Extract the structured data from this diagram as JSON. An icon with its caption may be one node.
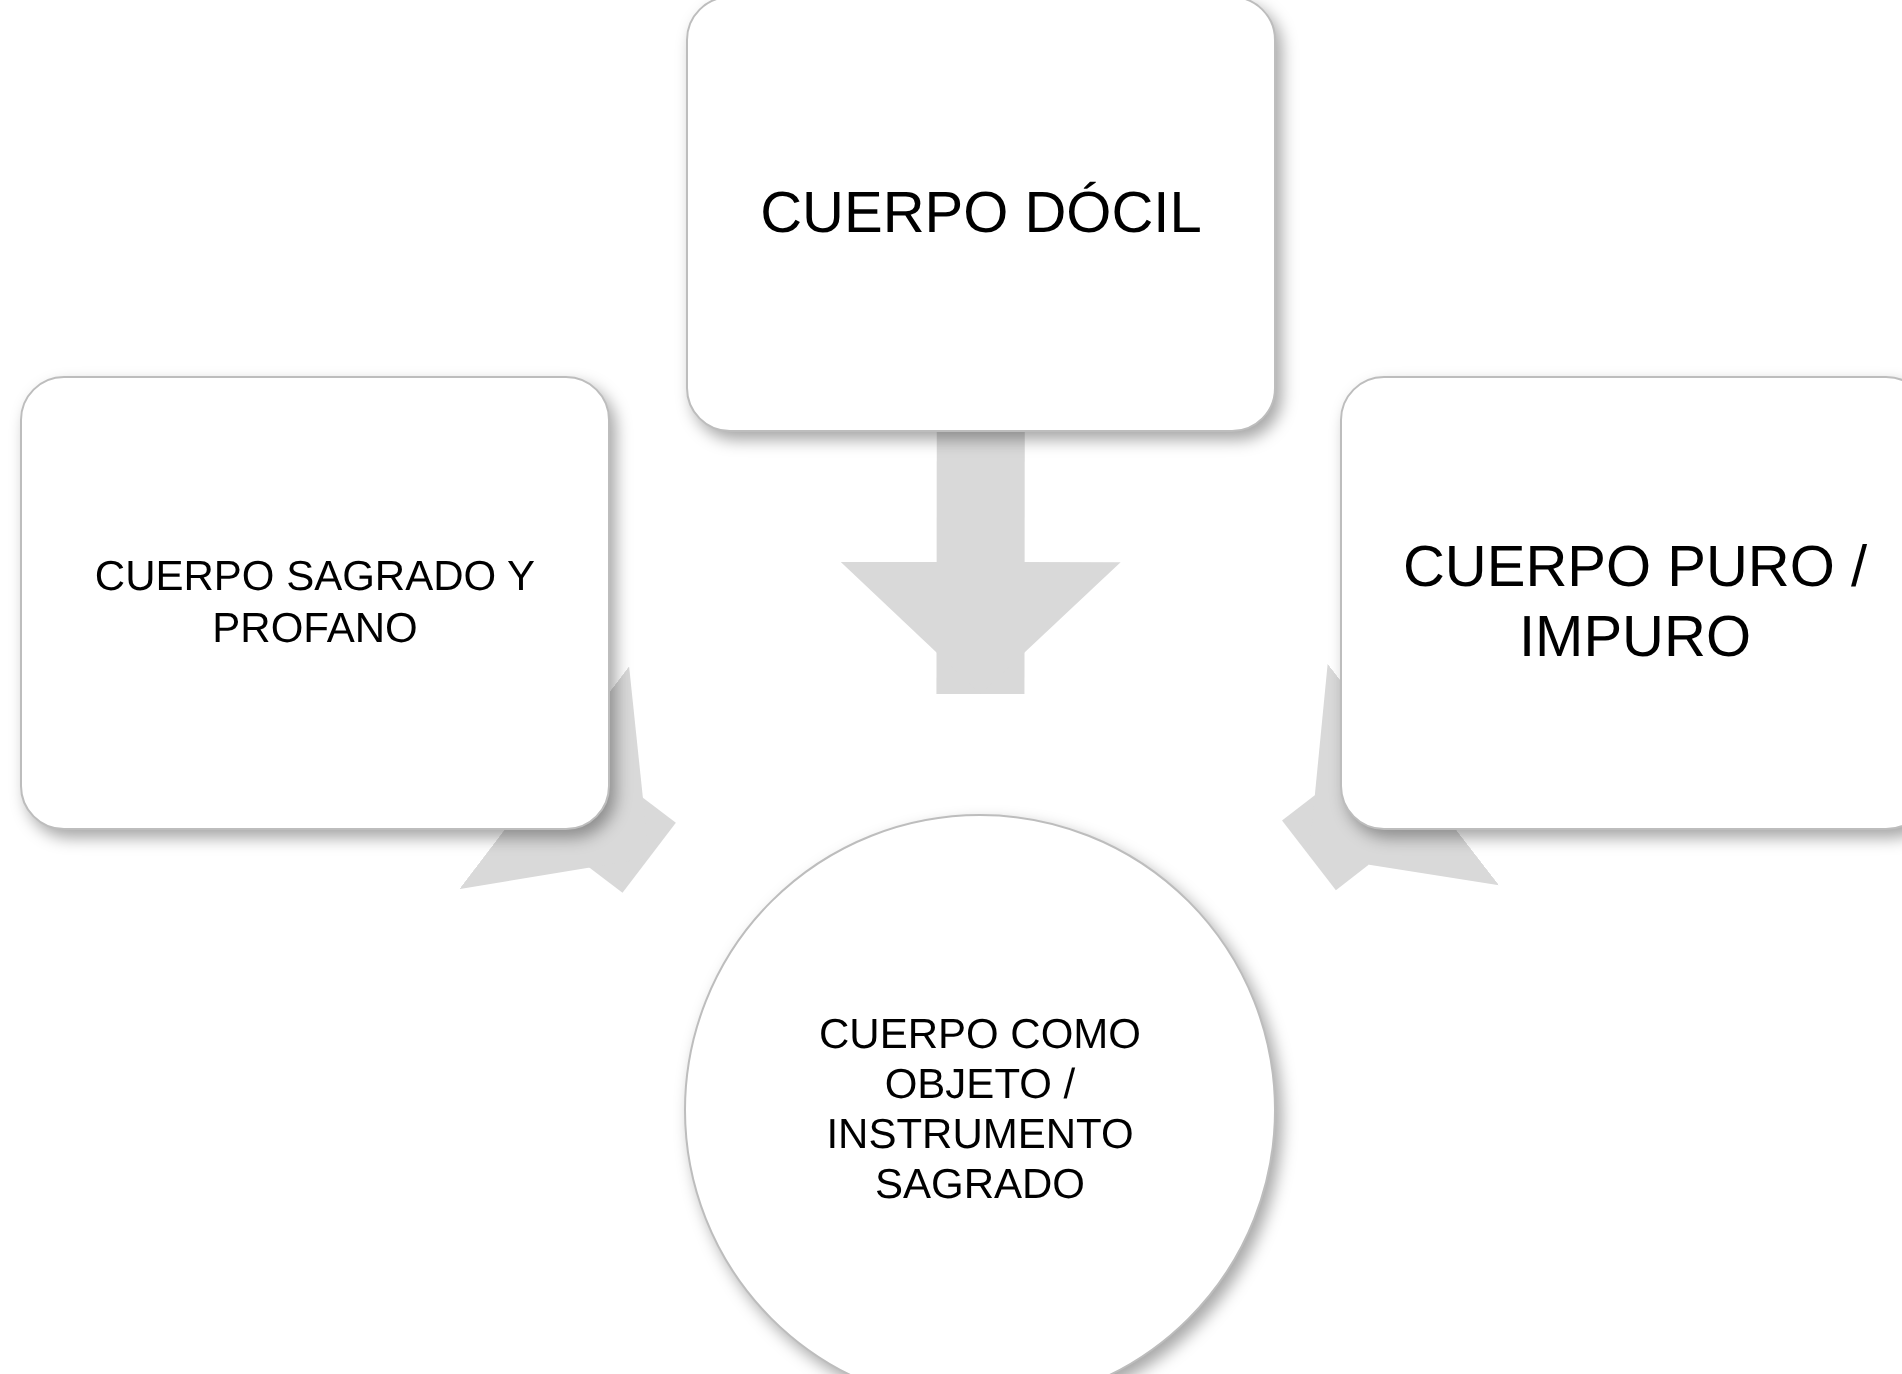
{
  "diagram": {
    "nodes": [
      {
        "text": [
          "CUERPO SAGRADO Y PROFANO"
        ]
      },
      {
        "text": [
          "CUERPO DÓCIL"
        ]
      },
      {
        "text": [
          "CUERPO PURO / IMPURO"
        ]
      },
      {
        "text": [
          "CUERPO COMO OBJETO / INSTRUMENTO SAGRADO"
        ]
      }
    ],
    "edges": [
      {
        "from": 0,
        "to": 3,
        "arrow": "to"
      },
      {
        "from": 1,
        "to": 3,
        "arrow": "to"
      },
      {
        "from": 2,
        "to": 3,
        "arrow": "to"
      }
    ]
  }
}
